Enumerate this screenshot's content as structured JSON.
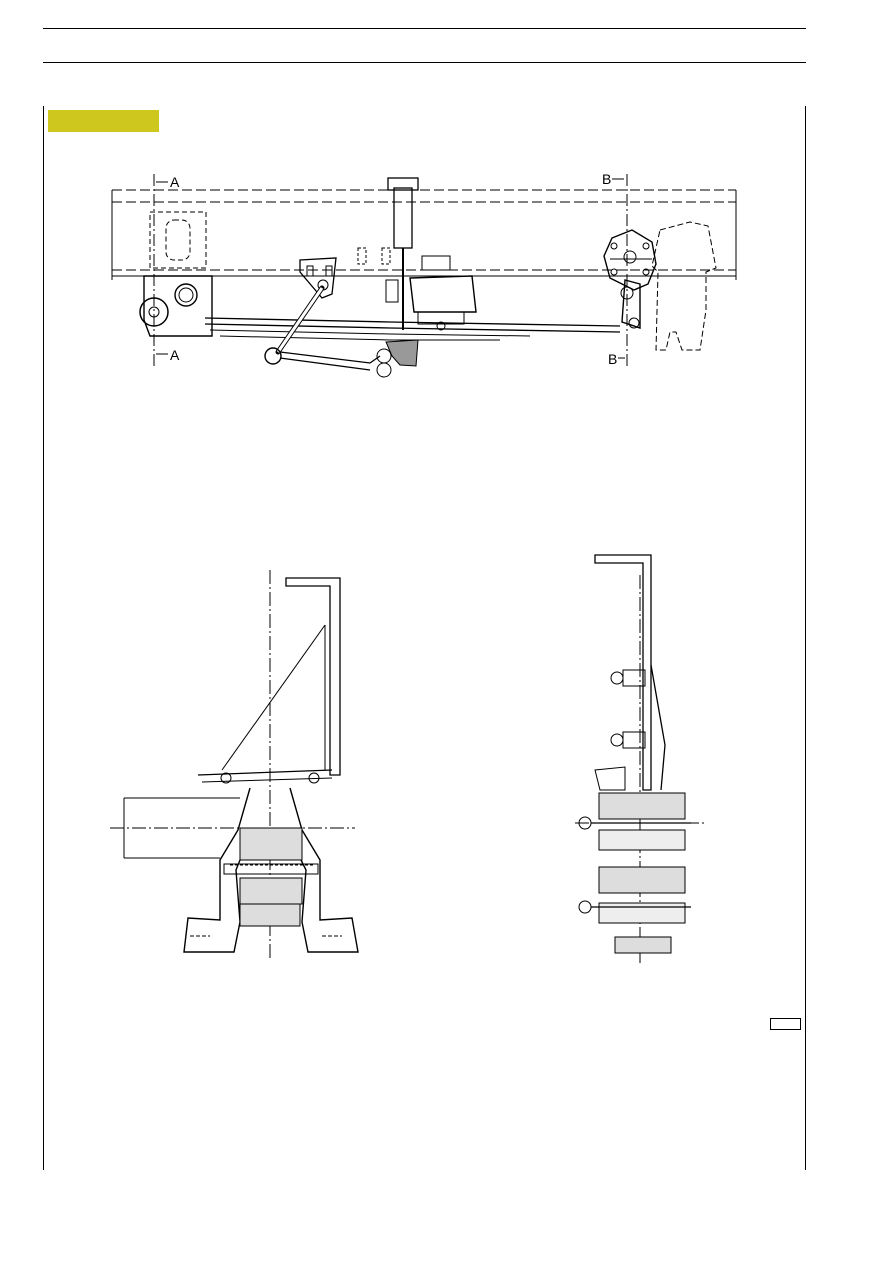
{
  "page": {
    "header_rules": 2,
    "section_label_color": "#cec71e"
  },
  "main_figure": {
    "section_marks": {
      "a_top": "A",
      "a_bottom": "A",
      "b_top": "B",
      "b_bottom": "B"
    },
    "description_icon": "rear-leaf-spring-suspension-drawing"
  },
  "section_a_figure": {
    "icon": "section-a-a-drawing"
  },
  "section_b_figure": {
    "icon": "section-b-b-drawing"
  }
}
